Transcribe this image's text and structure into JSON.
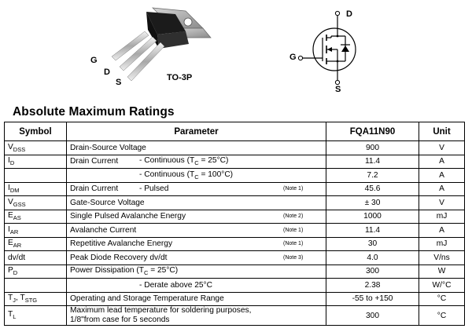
{
  "package": {
    "lead_labels": {
      "g": "G",
      "d": "D",
      "s": "S"
    },
    "name": "TO-3P"
  },
  "symbol": {
    "d": "D",
    "g": "G",
    "s": "S"
  },
  "section_title": "Absolute Maximum Ratings",
  "table": {
    "headers": {
      "symbol": "Symbol",
      "parameter": "Parameter",
      "part": "FQA11N90",
      "unit": "Unit"
    },
    "rows": {
      "vdss": {
        "sym": "V",
        "sub": "DSS",
        "param": "Drain-Source Voltage",
        "value": "900",
        "unit": "V"
      },
      "id_25": {
        "sym": "I",
        "sub": "D",
        "param": "Drain Current",
        "cond_a": "- Continuous (T",
        "cond_sub": "C",
        "cond_b": " = 25°C)",
        "value": "11.4",
        "unit": "A"
      },
      "id_100": {
        "cond_a": "- Continuous (T",
        "cond_sub": "C",
        "cond_b": " = 100°C)",
        "value": "7.2",
        "unit": "A"
      },
      "idm": {
        "sym": "I",
        "sub": "DM",
        "param": "Drain Current",
        "cond": "- Pulsed",
        "note": "(Note 1)",
        "value": "45.6",
        "unit": "A"
      },
      "vgss": {
        "sym": "V",
        "sub": "GSS",
        "param": "Gate-Source Voltage",
        "value": "± 30",
        "unit": "V"
      },
      "eas": {
        "sym": "E",
        "sub": "AS",
        "param": "Single Pulsed Avalanche Energy",
        "note": "(Note 2)",
        "value": "1000",
        "unit": "mJ"
      },
      "iar": {
        "sym": "I",
        "sub": "AR",
        "param": "Avalanche Current",
        "note": "(Note 1)",
        "value": "11.4",
        "unit": "A"
      },
      "ear": {
        "sym": "E",
        "sub": "AR",
        "param": "Repetitive Avalanche Energy",
        "note": "(Note 1)",
        "value": "30",
        "unit": "mJ"
      },
      "dvdt": {
        "sym": "dv/dt",
        "param": "Peak Diode Recovery dv/dt",
        "note": "(Note 3)",
        "value": "4.0",
        "unit": "V/ns"
      },
      "pd": {
        "sym": "P",
        "sub": "D",
        "param_a": "Power Dissipation (T",
        "param_sub": "C",
        "param_b": " = 25°C)",
        "value": "300",
        "unit": "W"
      },
      "pd_derate": {
        "cond": "- Derate above 25°C",
        "value": "2.38",
        "unit": "W/°C"
      },
      "tj": {
        "sym_a": "T",
        "sub_a": "J",
        "sym_b": ", T",
        "sub_b": "STG",
        "param": "Operating and Storage Temperature Range",
        "value": "-55 to +150",
        "unit": "°C"
      },
      "tl": {
        "sym": "T",
        "sub": "L",
        "param_1": "Maximum lead temperature for soldering purposes,",
        "param_2": "1/8\"from case for 5 seconds",
        "value": "300",
        "unit": "°C"
      }
    }
  }
}
